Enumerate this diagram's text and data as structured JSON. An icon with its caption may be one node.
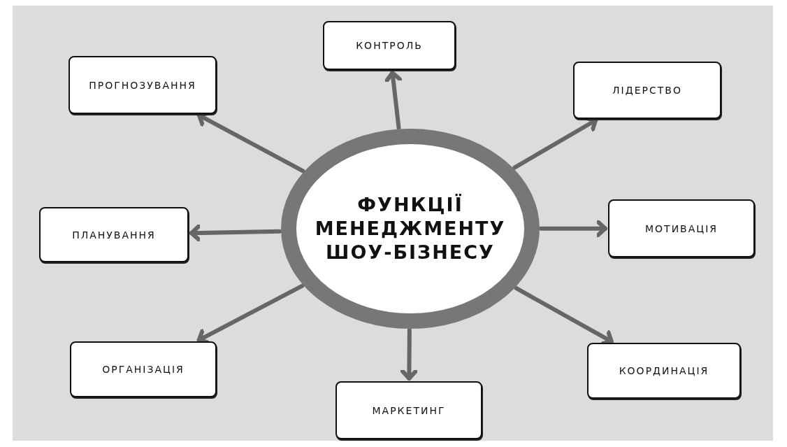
{
  "diagram": {
    "nodes": [
      {
        "text": [
          "ФУНКЦІЇ МЕНЕДЖМЕНТУ ШОУ-БІЗНЕСУ"
        ]
      },
      {
        "text": [
          "ПРОГНОЗУВАННЯ"
        ]
      },
      {
        "text": [
          "КОНТРОЛЬ"
        ]
      },
      {
        "text": [
          "ЛІДЕРСТВО"
        ]
      },
      {
        "text": [
          "ПЛАНУВАННЯ"
        ]
      },
      {
        "text": [
          "МОТИВАЦІЯ"
        ]
      },
      {
        "text": [
          "ОРГАНІЗАЦІЯ"
        ]
      },
      {
        "text": [
          "МАРКЕТИНГ"
        ]
      },
      {
        "text": [
          "КООРДИНАЦІЯ"
        ]
      }
    ],
    "edges": [
      {
        "from": 0,
        "to": 1,
        "arrow": "to"
      },
      {
        "from": 0,
        "to": 2,
        "arrow": "to"
      },
      {
        "from": 0,
        "to": 3,
        "arrow": "to"
      },
      {
        "from": 0,
        "to": 4,
        "arrow": "to"
      },
      {
        "from": 0,
        "to": 5,
        "arrow": "to"
      },
      {
        "from": 0,
        "to": 6,
        "arrow": "to"
      },
      {
        "from": 0,
        "to": 7,
        "arrow": "to"
      },
      {
        "from": 0,
        "to": 8,
        "arrow": "to"
      }
    ]
  }
}
